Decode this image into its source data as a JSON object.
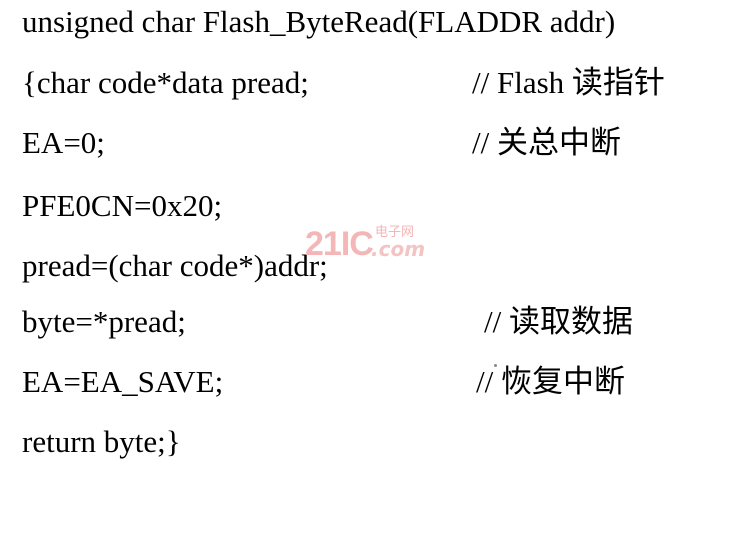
{
  "lines": [
    {
      "code": "unsigned char Flash_ByteRead(FLADDR addr)",
      "comment": ""
    },
    {
      "code": "{char code*data pread;",
      "comment": "// Flash 读指针"
    },
    {
      "code": "EA=0;",
      "comment": "// 关总中断"
    },
    {
      "code": "PFE0CN=0x20;",
      "comment": ""
    },
    {
      "code": "pread=(char code*)addr;",
      "comment": ""
    },
    {
      "code": "byte=*pread;",
      "comment": "// 读取数据"
    },
    {
      "code": "EA=EA_SAVE;",
      "comment": "// 恢复中断"
    },
    {
      "code": "return byte;}",
      "comment": ""
    }
  ],
  "watermark": {
    "number": "21IC",
    "chinese": "电子网",
    "domain": ".com"
  }
}
